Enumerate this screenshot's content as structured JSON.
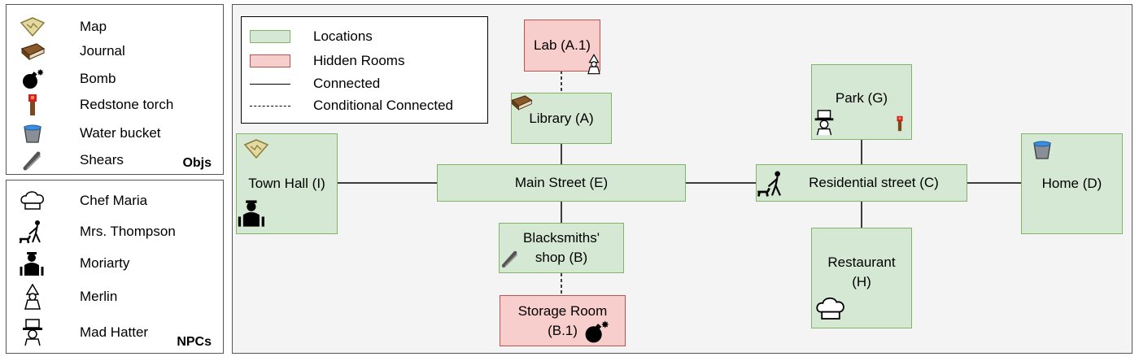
{
  "objs": {
    "title": "Objs",
    "items": [
      {
        "label": "Map",
        "icon": "map-icon"
      },
      {
        "label": "Journal",
        "icon": "journal-icon"
      },
      {
        "label": "Bomb",
        "icon": "bomb-icon"
      },
      {
        "label": "Redstone torch",
        "icon": "redstone-torch-icon"
      },
      {
        "label": "Water bucket",
        "icon": "water-bucket-icon"
      },
      {
        "label": "Shears",
        "icon": "shears-icon"
      }
    ]
  },
  "npcs": {
    "title": "NPCs",
    "items": [
      {
        "label": "Chef Maria",
        "icon": "chef-hat-icon"
      },
      {
        "label": "Mrs. Thompson",
        "icon": "woman-walking-dog-icon"
      },
      {
        "label": "Moriarty",
        "icon": "moriarty-icon"
      },
      {
        "label": "Merlin",
        "icon": "wizard-icon"
      },
      {
        "label": "Mad Hatter",
        "icon": "mad-hatter-icon"
      }
    ]
  },
  "legend": {
    "locations": "Locations",
    "hidden_rooms": "Hidden Rooms",
    "connected": "Connected",
    "conditional": "Conditional Connected"
  },
  "nodes": {
    "lab": "Lab (A.1)",
    "library": "Library (A)",
    "town_hall": "Town Hall (I)",
    "main_street": "Main Street (E)",
    "blacksmiths": "Blacksmiths'\nshop (B)",
    "storage_room": "Storage Room\n(B.1)",
    "park": "Park (G)",
    "residential": "Residential street (C)",
    "home": "Home (D)",
    "restaurant": "Restaurant\n(H)"
  },
  "colors": {
    "location_fill": "#d5e8d4",
    "location_border": "#82b366",
    "hidden_fill": "#f8cecc",
    "hidden_border": "#b85450"
  }
}
